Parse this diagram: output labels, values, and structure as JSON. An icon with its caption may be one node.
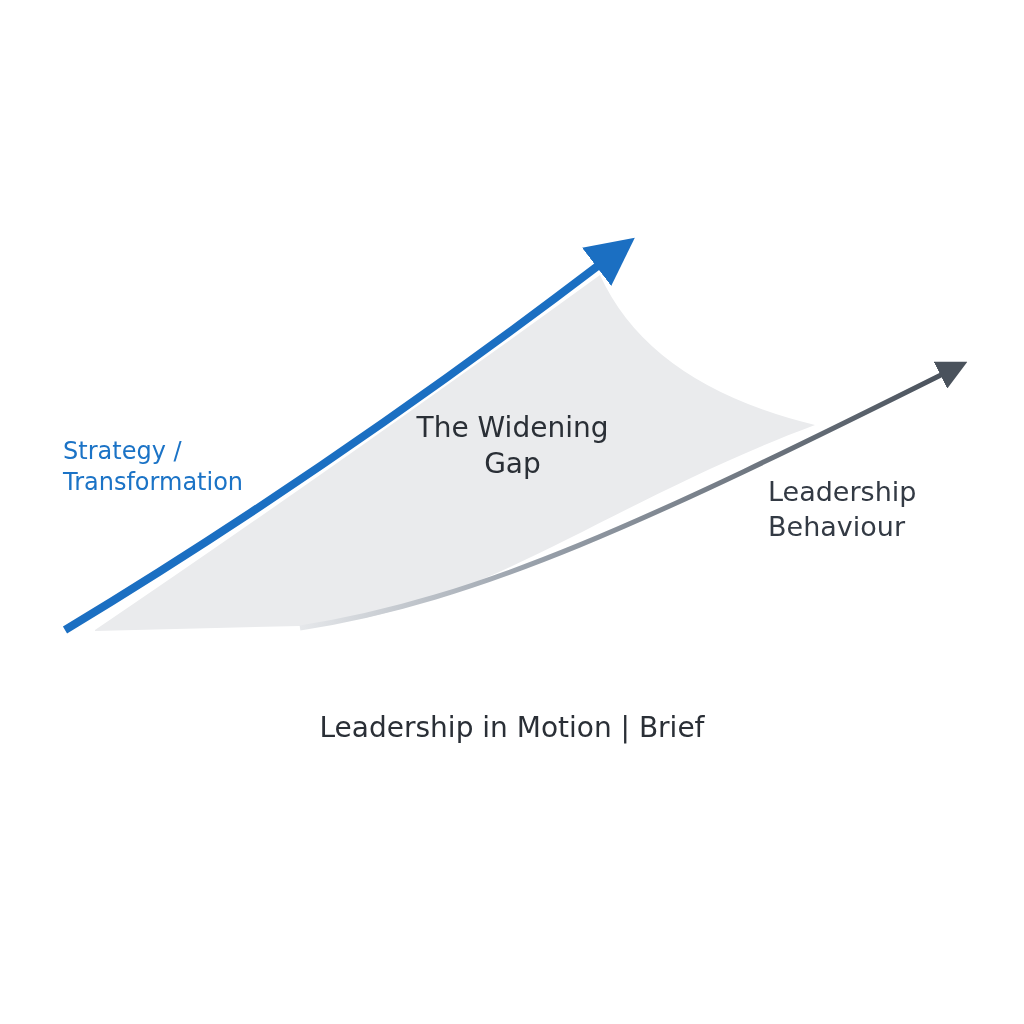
{
  "diagram": {
    "caption": "Leadership in Motion | Brief",
    "nodes": [
      {
        "text": [
          "The Widening Gap"
        ]
      }
    ],
    "labels": [
      "Strategy / Transformation",
      "Leadership Behaviour"
    ]
  }
}
